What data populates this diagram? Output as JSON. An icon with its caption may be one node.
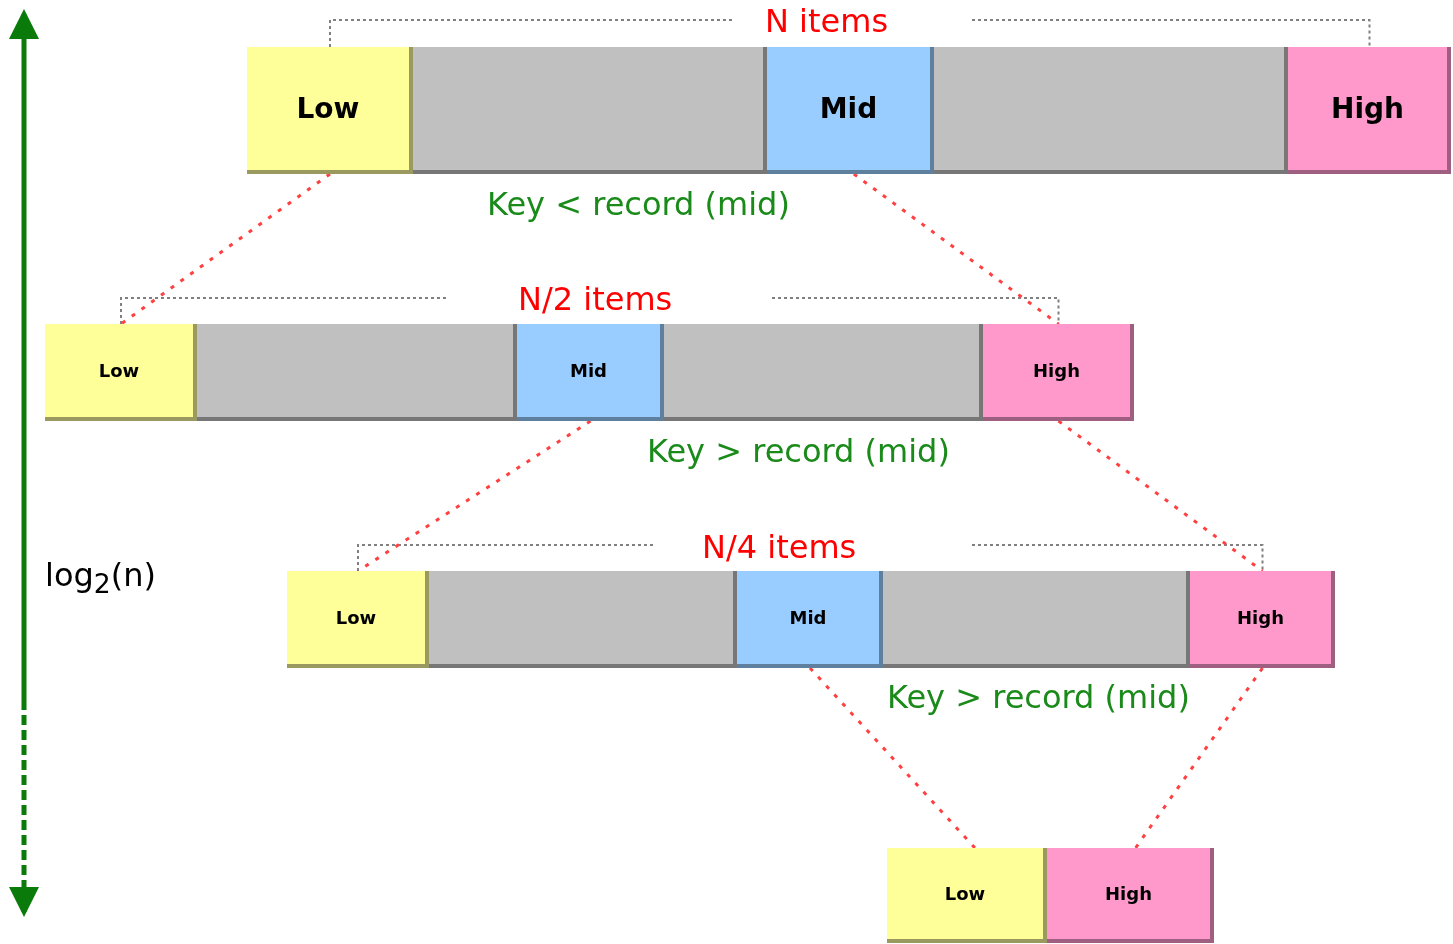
{
  "diagram": {
    "nodes": [
      {
        "text": [
          "Low"
        ]
      },
      {
        "text": [],
        "shape": "bar"
      },
      {
        "text": [
          "Mid"
        ]
      },
      {
        "text": [],
        "shape": "bar"
      },
      {
        "text": [
          "High"
        ]
      },
      {
        "text": [
          "Low"
        ]
      },
      {
        "text": [],
        "shape": "bar"
      },
      {
        "text": [
          "Mid"
        ]
      },
      {
        "text": [],
        "shape": "bar"
      },
      {
        "text": [
          "High"
        ]
      },
      {
        "text": [
          "Low"
        ]
      },
      {
        "text": [],
        "shape": "bar"
      },
      {
        "text": [
          "Mid"
        ]
      },
      {
        "text": [],
        "shape": "bar"
      },
      {
        "text": [
          "High"
        ]
      },
      {
        "text": [
          "Low"
        ]
      },
      {
        "text": [
          "High"
        ]
      }
    ],
    "edges": [
      {
        "from": 0,
        "to": 5,
        "arrow": "none",
        "style": "dashed"
      },
      {
        "from": 2,
        "to": 9,
        "arrow": "none",
        "style": "dashed"
      },
      {
        "from": 7,
        "to": 10,
        "arrow": "none",
        "style": "dashed"
      },
      {
        "from": 9,
        "to": 14,
        "arrow": "none",
        "style": "dashed"
      },
      {
        "from": 12,
        "to": 15,
        "arrow": "none",
        "style": "dashed"
      },
      {
        "from": 14,
        "to": 16,
        "arrow": "none",
        "style": "dashed"
      }
    ],
    "labels": [
      "N items",
      "Key < record (mid)",
      "N/2 items",
      "Key > record (mid)",
      "N/4 items",
      "log$_{2}$(n)",
      "Key > record (mid)"
    ]
  }
}
